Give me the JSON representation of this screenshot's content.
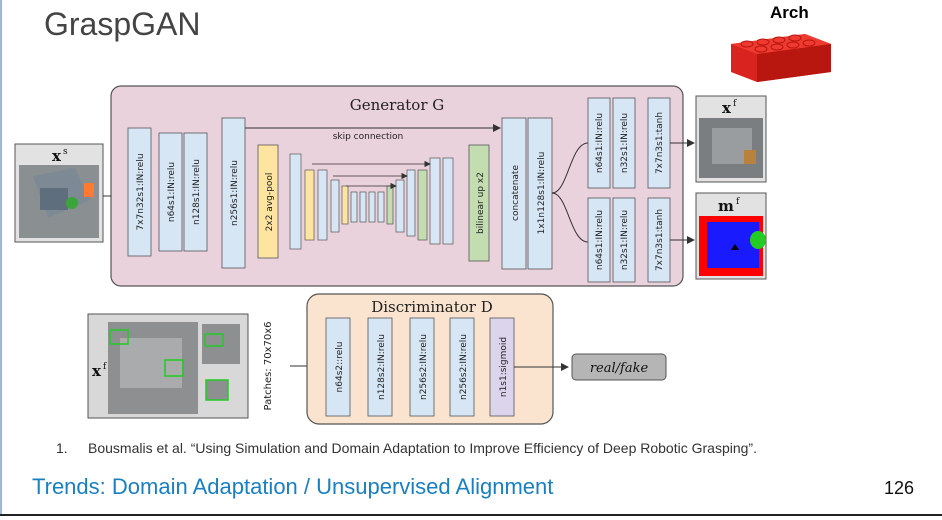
{
  "slide": {
    "title": "GraspGAN",
    "arch_label": "Arch",
    "footnote_number": "1.",
    "footnote_text": "Bousmalis et al. “Using Simulation and Domain Adaptation to Improve Efficiency of Deep Robotic Grasping”.",
    "section_title": "Trends: Domain Adaptation / Unsupervised Alignment",
    "page_number": "126"
  },
  "generator": {
    "title": "Generator G",
    "skip_label": "skip connection",
    "input_label": "x",
    "input_sup": "s",
    "layers": [
      "7x7n32s1:IN:relu",
      "n64s1:IN:relu",
      "n128s1:IN:relu",
      "n256s1:IN:relu",
      "2x2 avg-pool",
      "bilinear up x2",
      "concatenate",
      "1x1n128s1:IN:relu"
    ],
    "top_branch": [
      "n64s1:IN:relu",
      "n32s1:IN:relu",
      "7x7n3s1:tanh"
    ],
    "bottom_branch": [
      "n64s1:IN:relu",
      "n32s1:IN:relu",
      "7x7n3s1:tanh"
    ],
    "output_image_label": "x",
    "output_image_sup": "f",
    "output_mask_label": "m",
    "output_mask_sup": "f"
  },
  "discriminator": {
    "title": "Discriminator D",
    "input_label": "x",
    "input_sup": "f",
    "patches_label": "Patches: 70x70x6",
    "layers": [
      "n64s2::relu",
      "n128s2:IN:relu",
      "n256s2:IN:relu",
      "n256s2:IN:relu",
      "n1s1:sigmoid"
    ],
    "output": "real/fake"
  },
  "colors": {
    "generator_bg": "#ead2dc",
    "discriminator_bg": "#fbe4cf",
    "layer_blue": "#d6e6f4",
    "pool_yellow": "#fde4a0",
    "up_green": "#c3dcb0",
    "sigmoid_purple": "#dcd3ec",
    "brick_red": "#e0201c",
    "link_blue": "#1a7fc1"
  }
}
